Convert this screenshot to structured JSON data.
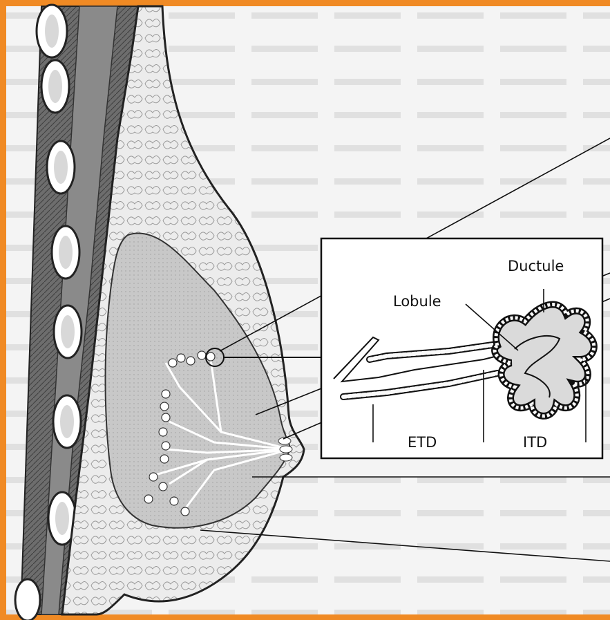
{
  "figure": {
    "labels": {
      "ductule": "Ductule",
      "lobule": "Lobule",
      "etd": "ETD",
      "itd": "ITD"
    }
  },
  "colors": {
    "frame": "#f08a24",
    "background_text_faint": "#d6d6d6",
    "fat_tissue": "#e9e9e9",
    "gland_tissue": "#c9c9c9",
    "muscle": "#6e6e6e",
    "rib": "#ffffff",
    "outline": "#222222"
  }
}
